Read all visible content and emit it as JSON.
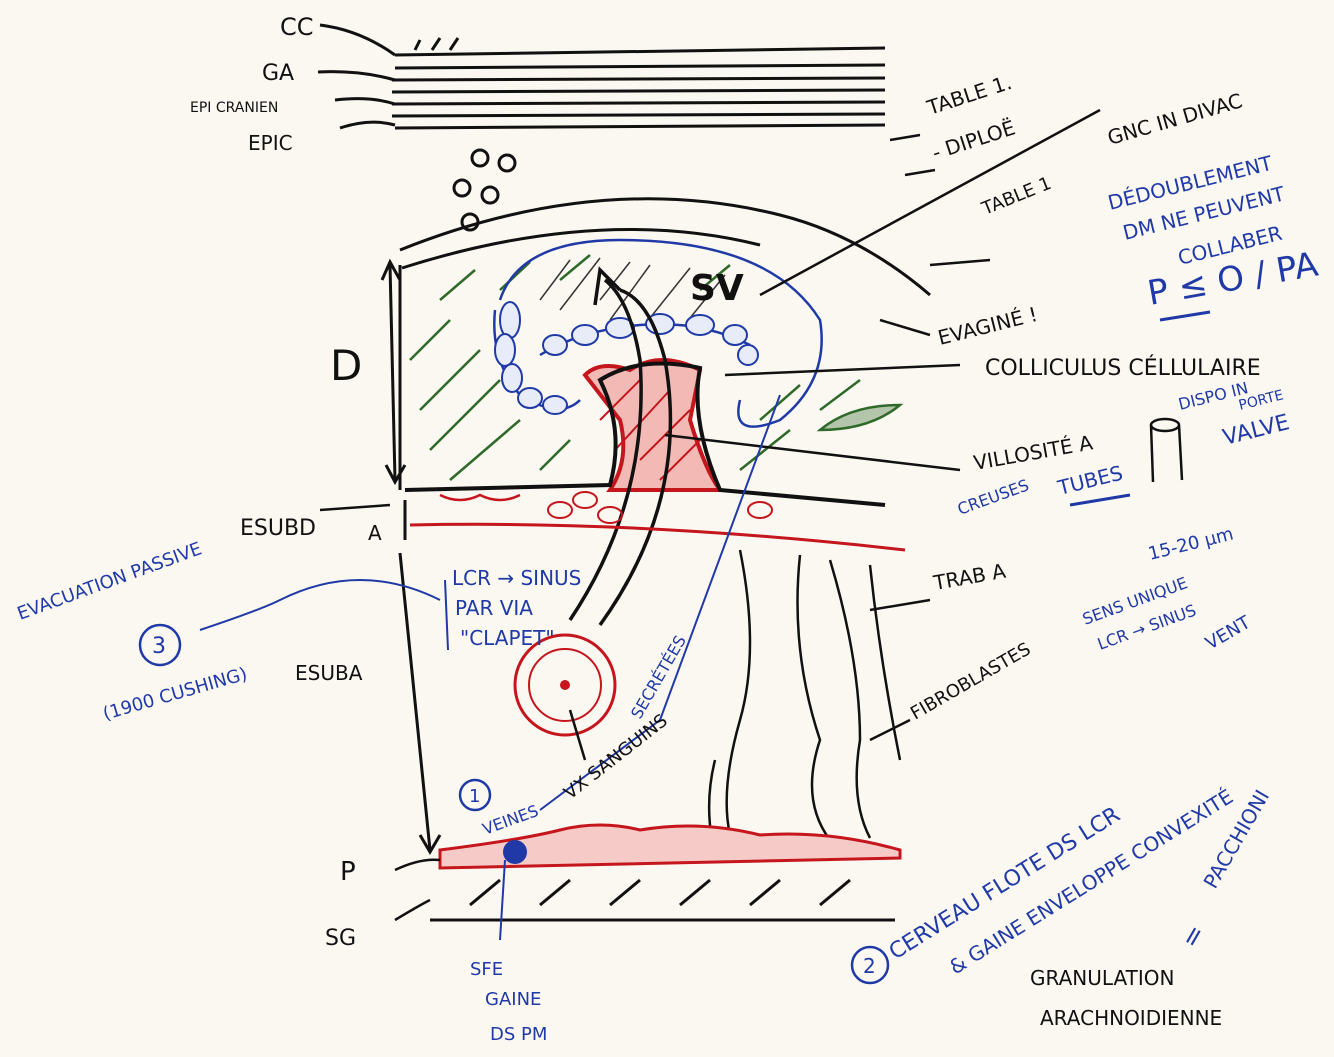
{
  "labels": {
    "cc": "CC",
    "ga": "GA",
    "epicranien": "EPI CRANIEN",
    "epic": "EPIC",
    "table1": "TABLE 1.",
    "diploe": "- DIPLOË",
    "table1b": "TABLE 1",
    "gcitn": "GNC IN DIVAC",
    "sv": "SV",
    "evagine": "EVAGINÉ !",
    "colliculus": "COLLICULUS CÉLLULAIRE",
    "d": "D",
    "villosite": "VILLOSITÉ A",
    "esubd": "ESUBD",
    "a": "A",
    "esuba": "ESUBA",
    "p": "P",
    "sg": "SG",
    "trab": "TRAB A",
    "fibroblastes": "FIBROBLASTES",
    "vx_sanguins": "VX SANGUINS",
    "granulation_line1": "GRANULATION",
    "granulation_line2": "ARACHNOIDIENNE"
  },
  "blue_notes": {
    "dedoublement": "DÉDOUBLEMENT",
    "dm_ne_peuvent": "DM NE PEUVENT",
    "collaber": "COLLABER",
    "pressure": "P ≤ O / PA",
    "creuses": "CREUSES",
    "tubes": "TUBES",
    "dispo_in": "DISPO IN",
    "porte": "PORTE",
    "valve": "VALVE",
    "size": "15-20 µm",
    "sens_unique": "SENS UNIQUE",
    "lcr_sinus": "LCR → SINUS",
    "vent": "VENT",
    "evacuation": "EVACUATION PASSIVE",
    "three": "3",
    "cushing": "(1900 CUSHING)",
    "lcr_note1": "LCR → SINUS",
    "lcr_note2": "PAR VIA",
    "lcr_note3": "\"CLAPET\"",
    "secretes": "SECRÉTÉES",
    "one": "1",
    "veines": "VEINES",
    "sfe1": "SFE",
    "sfe2": "GAINE",
    "sfe3": "DS PM",
    "two": "2",
    "cerveau": "CERVEAU FLOTE DS LCR",
    "gaine": "& GAINE ENVELOPPE CONVEXITÉ",
    "pacchioni": "PACCHIONI",
    "equal": "="
  },
  "colors": {
    "ink": "#111111",
    "blue": "#1f3aa6",
    "red": "#c4161c",
    "green": "#2f6a2a",
    "paper": "#fbf7f1"
  }
}
